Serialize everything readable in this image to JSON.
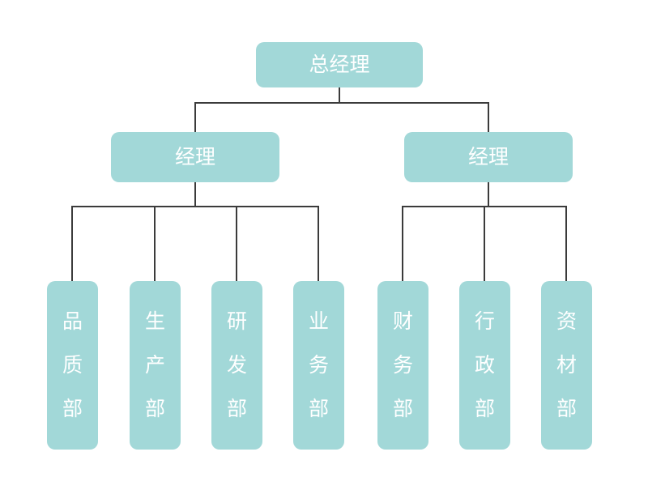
{
  "org_chart": {
    "root": {
      "label": "总经理"
    },
    "managers": [
      {
        "label": "经理"
      },
      {
        "label": "经理"
      }
    ],
    "departments": [
      {
        "label": "品质部",
        "parent_manager_index": 0
      },
      {
        "label": "生产部",
        "parent_manager_index": 0
      },
      {
        "label": "研发部",
        "parent_manager_index": 0
      },
      {
        "label": "业务部",
        "parent_manager_index": 0
      },
      {
        "label": "财务部",
        "parent_manager_index": 1
      },
      {
        "label": "行政部",
        "parent_manager_index": 1
      },
      {
        "label": "资材部",
        "parent_manager_index": 1
      }
    ]
  },
  "colors": {
    "background": "#ffffff",
    "node_fill": "#a2d8d8",
    "node_text": "#ffffff",
    "connector": "#3b3b3b"
  }
}
